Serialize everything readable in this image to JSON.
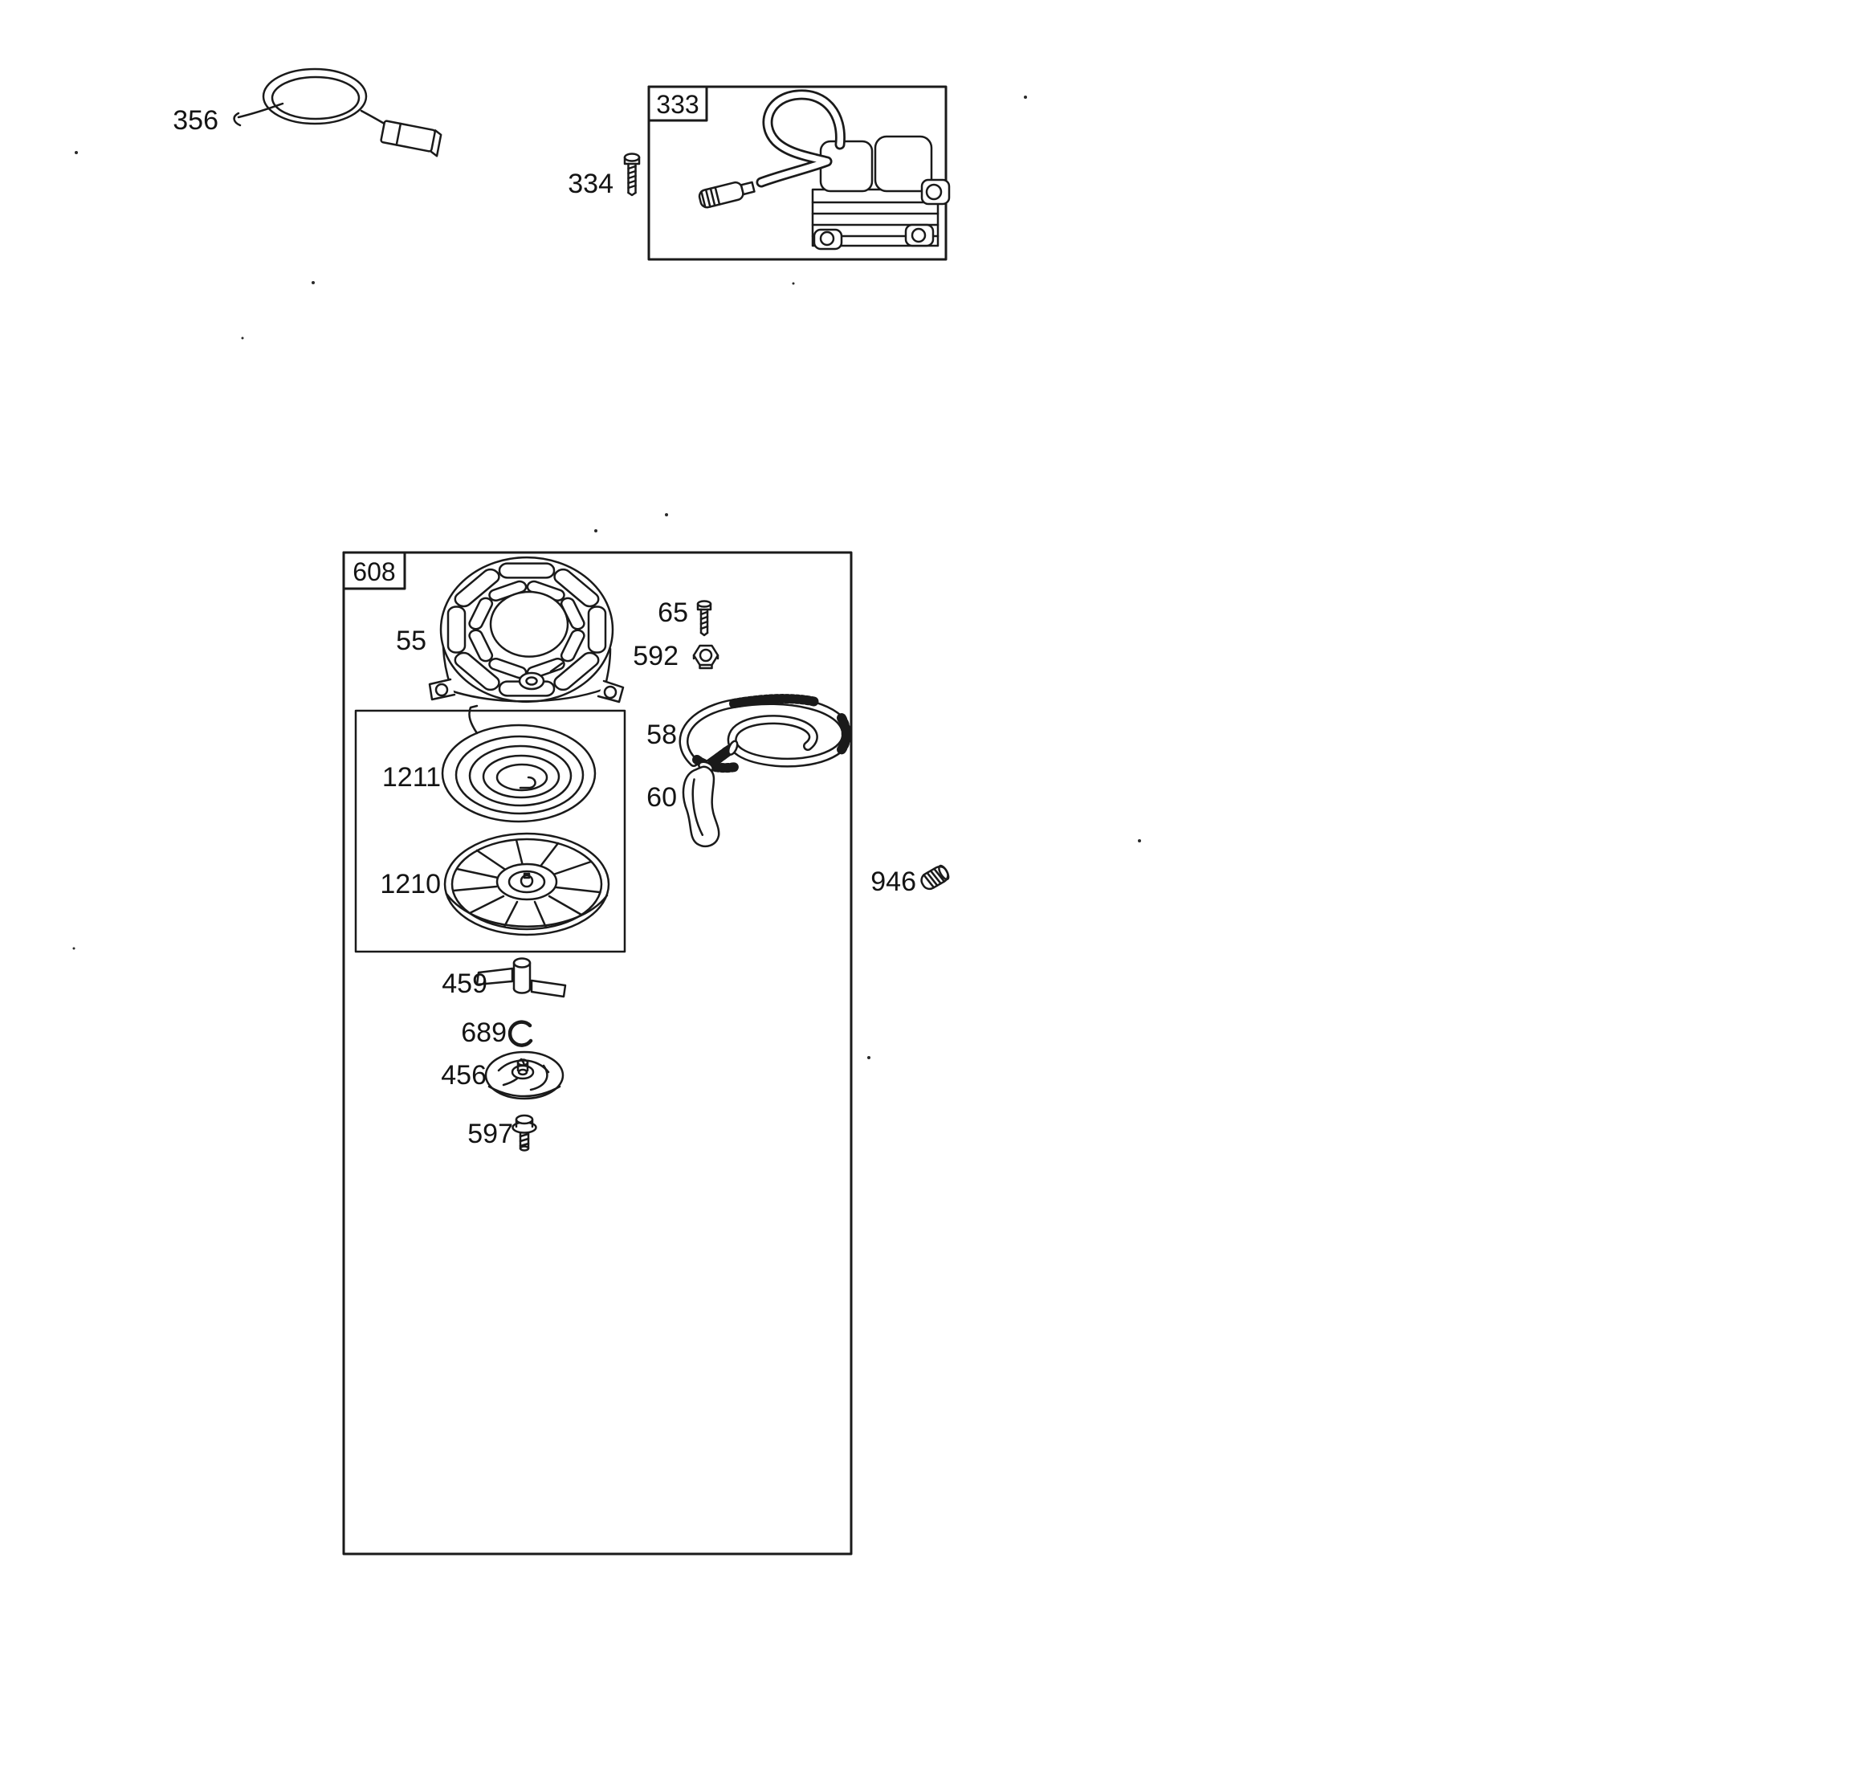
{
  "diagram": {
    "type": "engine-parts-exploded-diagram",
    "background_color": "#ffffff",
    "line_color": "#1a1a1a",
    "callouts": {
      "stop_wire": "356",
      "ignition_armature_group": "333",
      "armature_screw": "334",
      "rewind_starter_group": "608",
      "blower_housing": "55",
      "housing_screw": "65",
      "hex_nut": "592",
      "starter_rope": "58",
      "starter_grip": "60",
      "rewind_spring": "1211",
      "starter_pulley": "1210",
      "starter_dog": "459",
      "retainer_ring": "689",
      "friction_plate": "456",
      "pulley_screw": "597",
      "plug_946": "946"
    }
  }
}
